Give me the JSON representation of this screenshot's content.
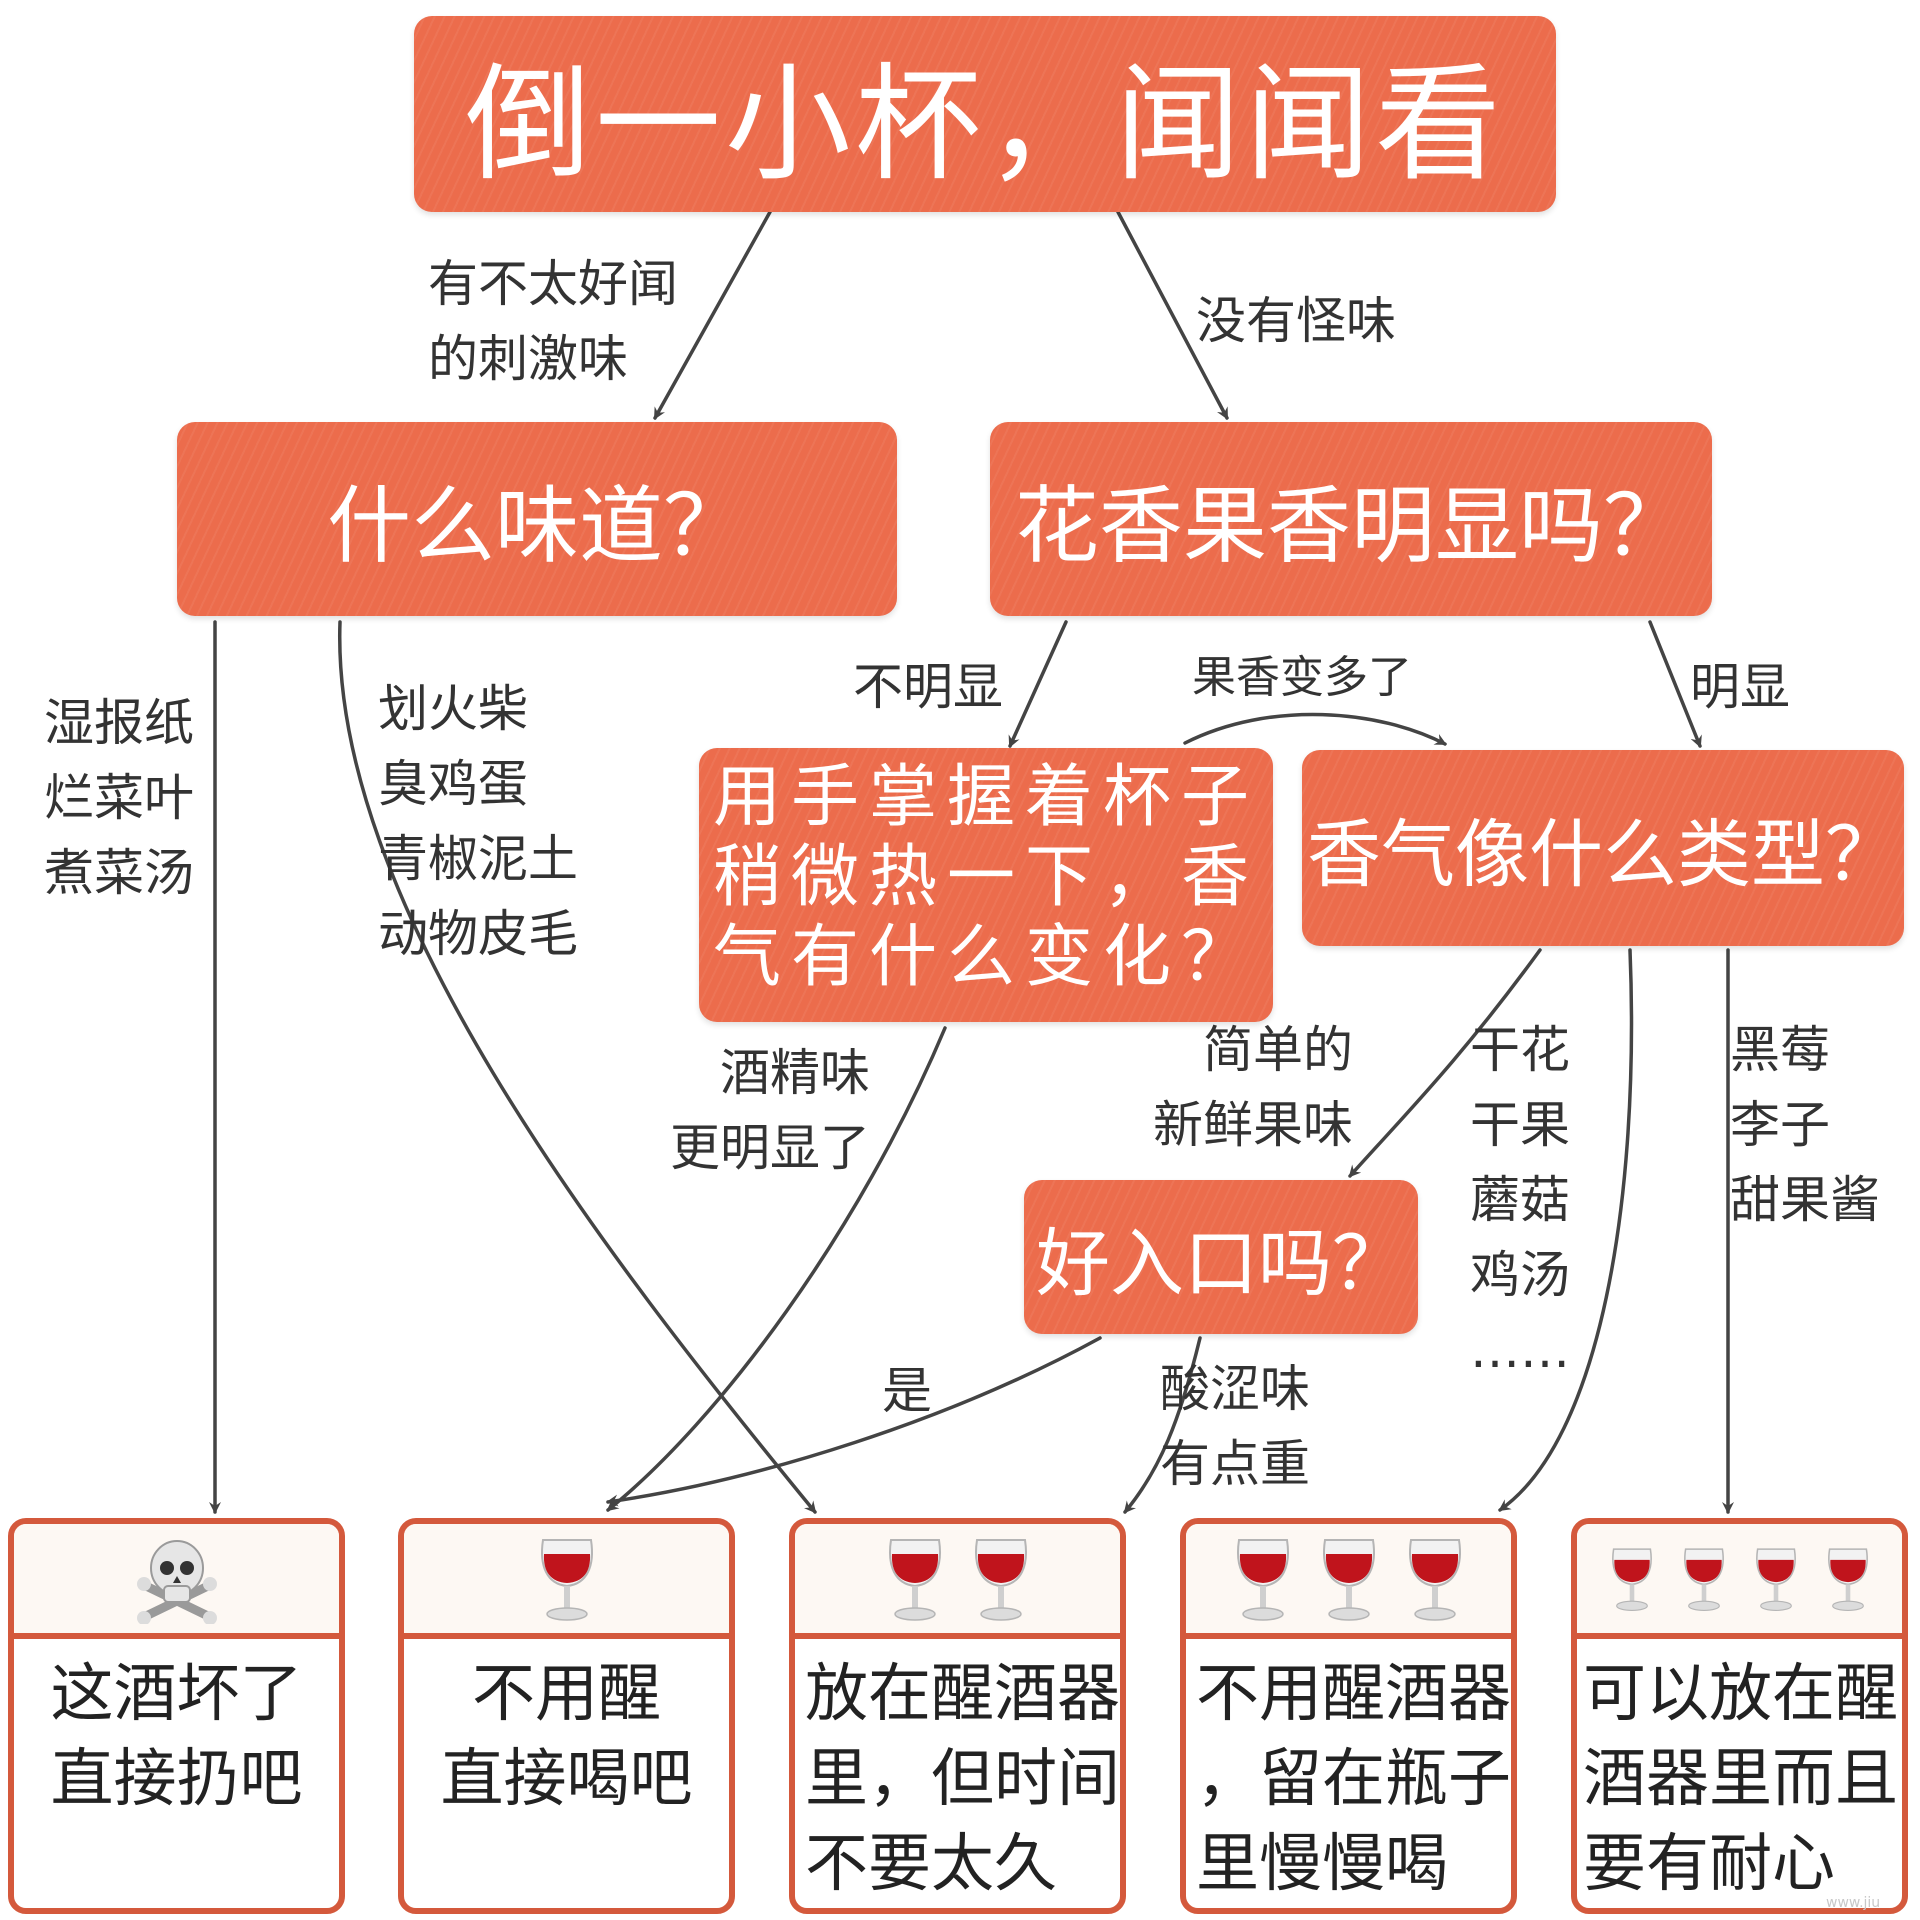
{
  "nodes": {
    "root": "倒一小杯，闻闻看",
    "smell": "什么味道？",
    "floral": "花香果香明显吗？",
    "warm": "用手掌握着杯子稍微热一下，香气有什么变化？",
    "type": "香气像什么类型？",
    "drinkable": "好入口吗？"
  },
  "edge_labels": {
    "bad_smell": "有不太好闻\n的刺激味",
    "no_odd": "没有怪味",
    "wet_paper": "湿报纸\n烂菜叶\n煮菜汤",
    "match": "划火柴\n臭鸡蛋\n青椒泥土\n动物皮毛",
    "not_obvious": "不明显",
    "more_fruit": "果香变多了",
    "obvious": "明显",
    "alcohol": "酒精味\n更明显了",
    "fresh_fruit": "简单的\n新鲜果味",
    "dried": "干花\n干果\n蘑菇\n鸡汤\n……",
    "berries": "黑莓\n李子\n甜果酱",
    "yes": "是",
    "sour": "酸涩味\n有点重"
  },
  "results": [
    {
      "icon": "skull-crossbones-icon",
      "glasses": 0,
      "text": "这酒坏了\n直接扔吧"
    },
    {
      "icon": "wine-glass-icon",
      "glasses": 1,
      "text": "不用醒\n直接喝吧"
    },
    {
      "icon": "wine-glass-icon",
      "glasses": 2,
      "text": "放在醒酒器\n里，但时间\n不要太久"
    },
    {
      "icon": "wine-glass-icon",
      "glasses": 3,
      "text": "不用醒酒器\n，留在瓶子\n里慢慢喝"
    },
    {
      "icon": "wine-glass-icon",
      "glasses": 4,
      "text": "可以放在醒\n酒器里而且\n要有耐心"
    }
  ],
  "colors": {
    "node_fill": "#ec6c4c",
    "node_text": "#ffffff",
    "result_border": "#d4593c",
    "arrow": "#444444",
    "wine": "#c0141c"
  },
  "watermark": "www.jiu"
}
